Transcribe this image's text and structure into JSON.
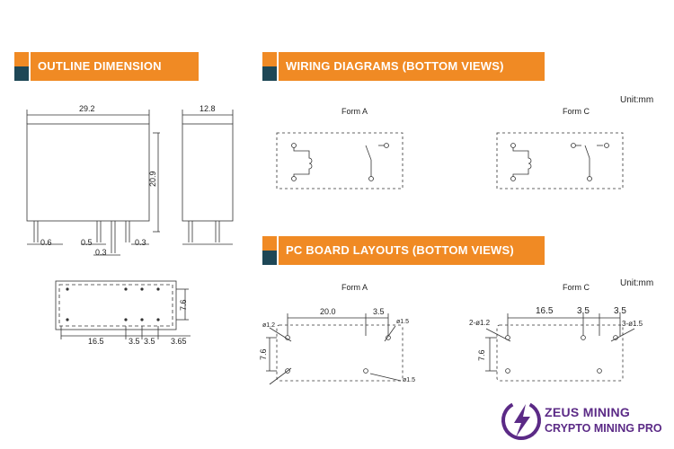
{
  "sections": {
    "outline": {
      "title": "OUTLINE  DIMENSION"
    },
    "wiring": {
      "title": "WIRING  DIAGRAMS (BOTTOM VIEWS)"
    },
    "pcb": {
      "title": "PC BOARD  LAYOUTS (BOTTOM VIEWS)"
    }
  },
  "unit_label": "Unit:mm",
  "outline_dims": {
    "length": "29.2",
    "width": "12.8",
    "height": "20.9",
    "pin_a": "0.6",
    "pin_b": "0.5",
    "pin_c": "0.3",
    "pin_d": "0.3",
    "bottom_height": "7.6",
    "bottom_a": "16.5",
    "bottom_b": "3.5",
    "bottom_c": "3.5",
    "bottom_d": "3.65"
  },
  "wiring": {
    "form_a": "Form A",
    "form_c": "Form C"
  },
  "pcb": {
    "form_a": "Form A",
    "form_c": "Form C",
    "a_len": "20.0",
    "a_right": "3.5",
    "a_hole_top": "ø1.5",
    "a_hole_left": "ø1.2",
    "a_height": "7.6",
    "a_hole_bottom": "ø1.5",
    "c_a": "16.5",
    "c_b": "3.5",
    "c_c": "3.5",
    "c_hole_left": "2-ø1.2",
    "c_hole_right": "3-ø1.5",
    "c_height": "7.6"
  },
  "logo": {
    "name": "ZEUS MINING",
    "tagline": "CRYPTO MINING PRO"
  }
}
